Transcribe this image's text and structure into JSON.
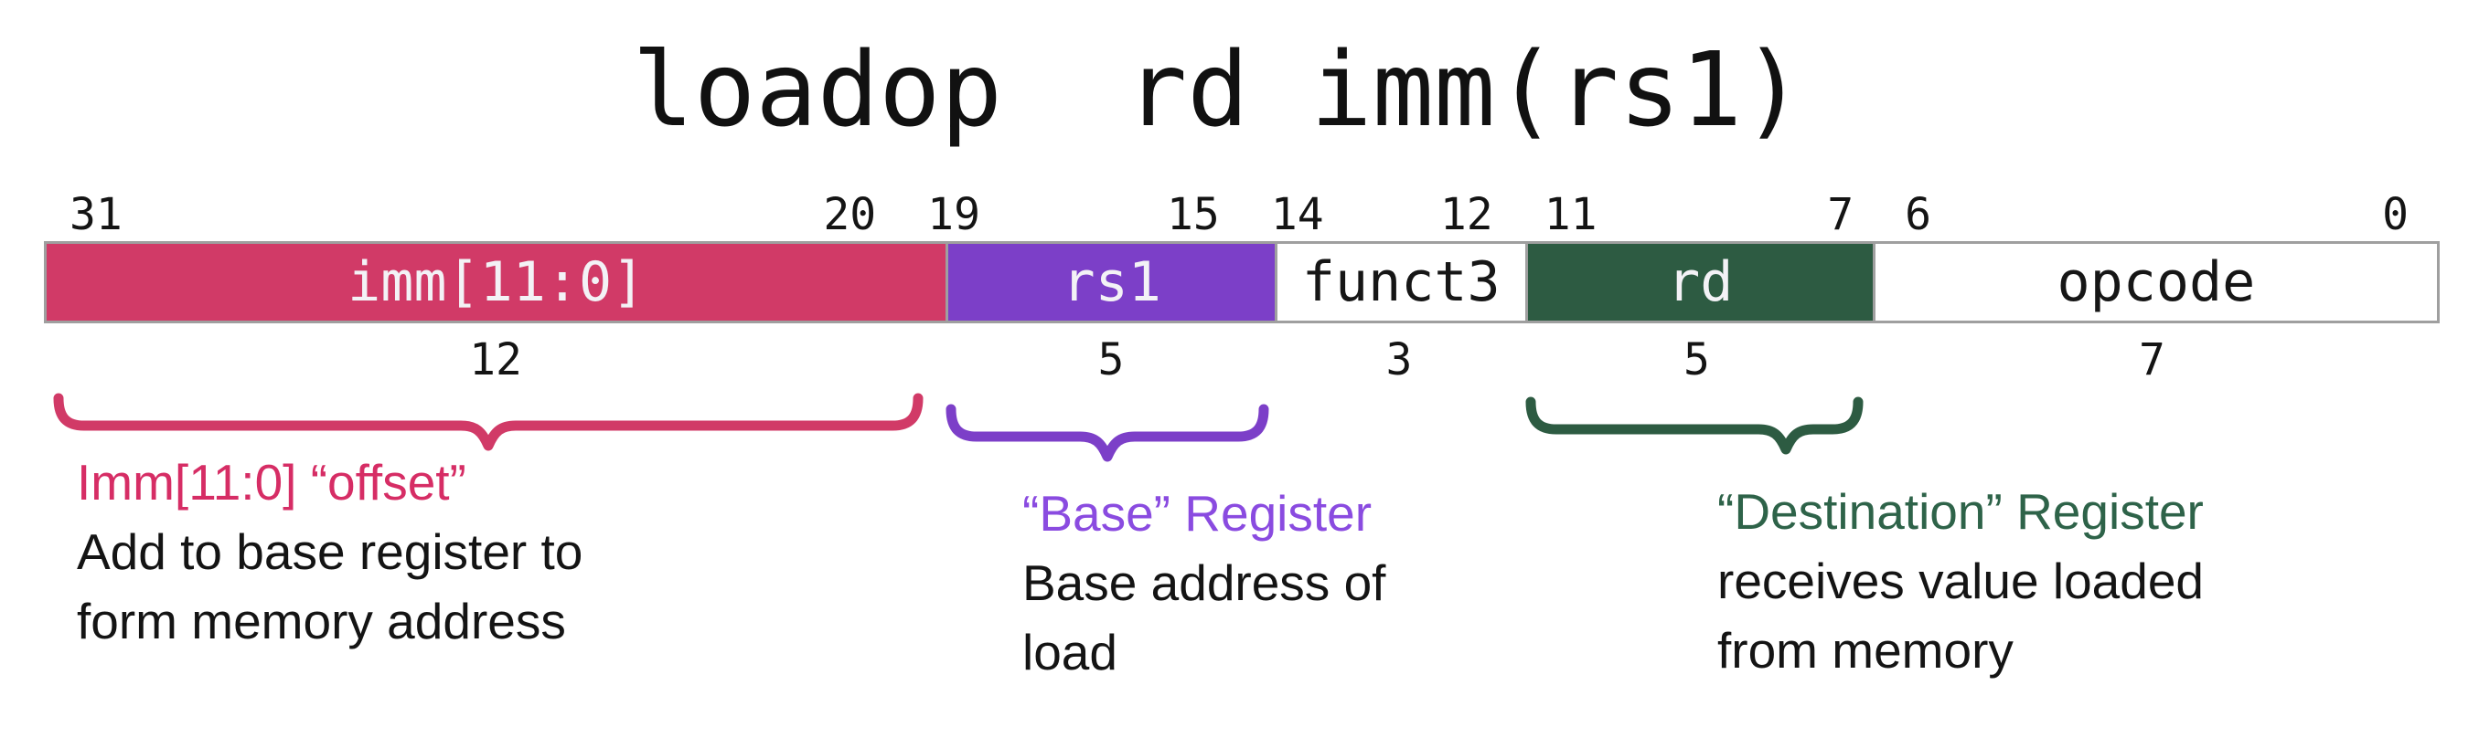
{
  "title": "loadop  rd imm(rs1)",
  "colors": {
    "imm_field": "#d13a67",
    "rs1_field": "#7c3fc8",
    "rd_field": "#2d5b42",
    "plain_field": "#ffffff",
    "field_border": "#9f9f9f",
    "imm_heading_text": "#d62d65",
    "rs1_heading_text": "#8a4be0",
    "rd_heading_text": "#2e6349",
    "body_text": "#141414"
  },
  "fields": [
    {
      "name": "imm",
      "label": "imm[11:0]",
      "hi": "31",
      "lo": "20",
      "size": "12",
      "color": "#d13a67",
      "text": "#f3f2f6"
    },
    {
      "name": "rs1",
      "label": "rs1",
      "hi": "19",
      "lo": "15",
      "size": "5",
      "color": "#7c3fc8",
      "text": "#f3f2f6"
    },
    {
      "name": "funct3",
      "label": "funct3",
      "hi": "14",
      "lo": "12",
      "size": "3",
      "color": "#ffffff",
      "text": "#161616"
    },
    {
      "name": "rd",
      "label": "rd",
      "hi": "11",
      "lo": "7",
      "size": "5",
      "color": "#2d5b42",
      "text": "#f3f2f6"
    },
    {
      "name": "opcode",
      "label": "opcode",
      "hi": "6",
      "lo": "0",
      "size": "7",
      "color": "#ffffff",
      "text": "#161616"
    }
  ],
  "annotations": [
    {
      "heading": "Imm[11:0] “offset”",
      "lines": [
        "Add to base register to",
        "form memory address"
      ]
    },
    {
      "heading": "“Base” Register",
      "lines": [
        "Base address of",
        "load"
      ]
    },
    {
      "heading": "“Destination” Register",
      "lines": [
        "receives value loaded",
        "from memory"
      ]
    }
  ]
}
